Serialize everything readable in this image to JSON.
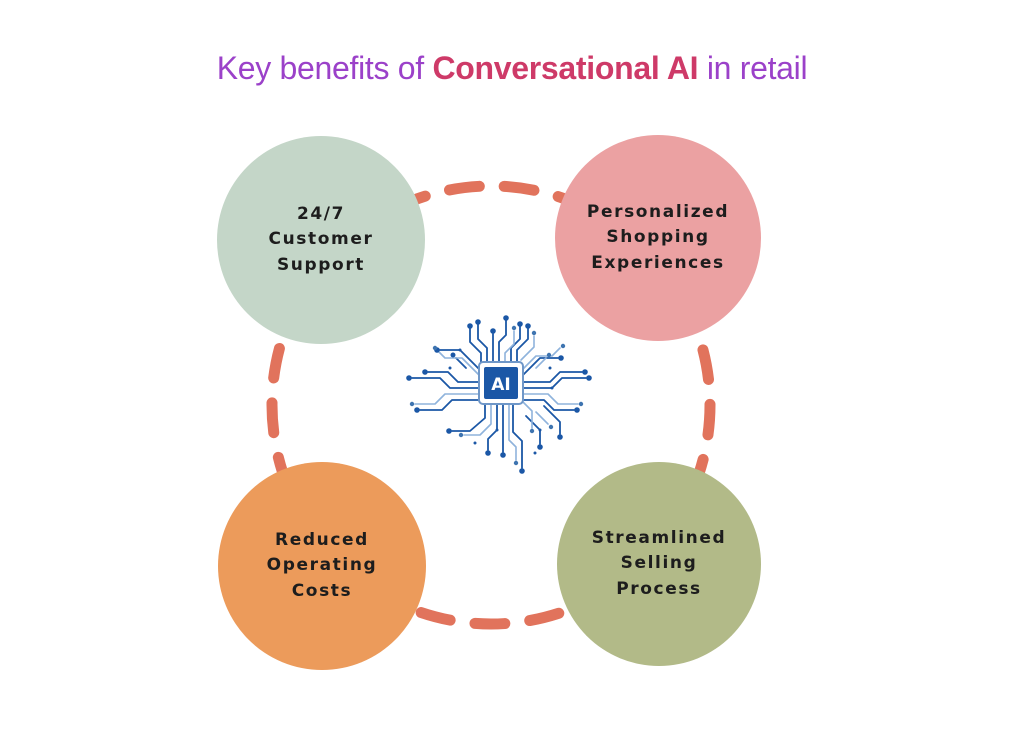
{
  "title": {
    "prefix": "Key benefits of ",
    "highlight": "Conversational AI",
    "suffix": " in retail"
  },
  "colors": {
    "title_purple": "#9B41C9",
    "title_highlight_pink": "#CE3A68",
    "dash_ring": "#E1735C",
    "circuit_blue_dark": "#1B57A6",
    "circuit_blue_light": "#8FB3DC",
    "circuit_dot_medium": "#3E74B0",
    "benefit_text": "#1d1d1d"
  },
  "benefits": [
    {
      "id": "top-left",
      "label": "24/7\nCustomer\nSupport",
      "color": "#C4D6C8"
    },
    {
      "id": "top-right",
      "label": "Personalized\nShopping\nExperiences",
      "color": "#EBA1A2"
    },
    {
      "id": "bottom-left",
      "label": "Reduced\nOperating\nCosts",
      "color": "#EC9B5B"
    },
    {
      "id": "bottom-right",
      "label": "Streamlined\nSelling\nProcess",
      "color": "#B2BA88"
    }
  ],
  "center_icon": {
    "name": "ai-circuit-brain",
    "chip_label": "AI"
  }
}
